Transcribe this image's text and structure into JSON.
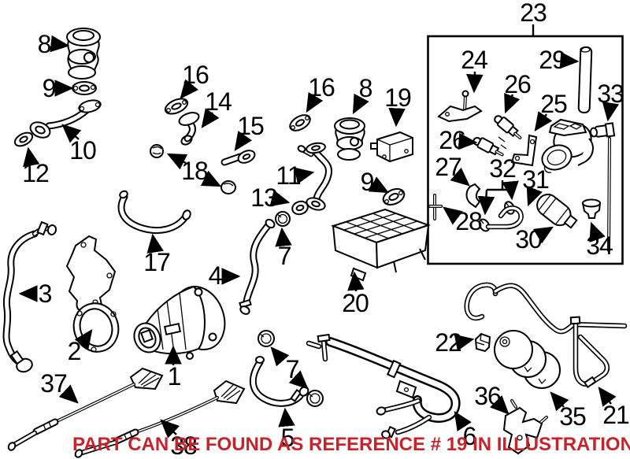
{
  "colors": {
    "background": "#ffffff",
    "line": "#000000",
    "note_red": "#c8232b"
  },
  "note": {
    "text": "PART CAN BE FOUND AS REFERENCE # 19 IN ILLUSTRATION"
  },
  "callouts": [
    {
      "id": "callout-8-left",
      "text": "8"
    },
    {
      "id": "callout-9-left",
      "text": "9"
    },
    {
      "id": "callout-10",
      "text": "10"
    },
    {
      "id": "callout-12",
      "text": "12"
    },
    {
      "id": "callout-16-left",
      "text": "16"
    },
    {
      "id": "callout-14",
      "text": "14"
    },
    {
      "id": "callout-15",
      "text": "15"
    },
    {
      "id": "callout-18",
      "text": "18"
    },
    {
      "id": "callout-16-right",
      "text": "16"
    },
    {
      "id": "callout-11",
      "text": "11"
    },
    {
      "id": "callout-13",
      "text": "13"
    },
    {
      "id": "callout-8-right",
      "text": "8"
    },
    {
      "id": "callout-19",
      "text": "19"
    },
    {
      "id": "callout-9-right",
      "text": "9"
    },
    {
      "id": "callout-7-top",
      "text": "7"
    },
    {
      "id": "callout-17",
      "text": "17"
    },
    {
      "id": "callout-3",
      "text": "3"
    },
    {
      "id": "callout-2",
      "text": "2"
    },
    {
      "id": "callout-1",
      "text": "1"
    },
    {
      "id": "callout-4",
      "text": "4"
    },
    {
      "id": "callout-20",
      "text": "20"
    },
    {
      "id": "callout-37",
      "text": "37"
    },
    {
      "id": "callout-38",
      "text": "38"
    },
    {
      "id": "callout-5",
      "text": "5"
    },
    {
      "id": "callout-7-bottom",
      "text": "7"
    },
    {
      "id": "callout-6",
      "text": "6"
    },
    {
      "id": "callout-22",
      "text": "22"
    },
    {
      "id": "callout-36",
      "text": "36"
    },
    {
      "id": "callout-35",
      "text": "35"
    },
    {
      "id": "callout-21",
      "text": "21"
    },
    {
      "id": "callout-23",
      "text": "23"
    },
    {
      "id": "callout-24",
      "text": "24"
    },
    {
      "id": "callout-29",
      "text": "29"
    },
    {
      "id": "callout-26-top",
      "text": "26"
    },
    {
      "id": "callout-25",
      "text": "25"
    },
    {
      "id": "callout-33",
      "text": "33"
    },
    {
      "id": "callout-26-left",
      "text": "26"
    },
    {
      "id": "callout-27",
      "text": "27"
    },
    {
      "id": "callout-32",
      "text": "32"
    },
    {
      "id": "callout-31",
      "text": "31"
    },
    {
      "id": "callout-28",
      "text": "28"
    },
    {
      "id": "callout-30",
      "text": "30"
    },
    {
      "id": "callout-34",
      "text": "34"
    }
  ]
}
